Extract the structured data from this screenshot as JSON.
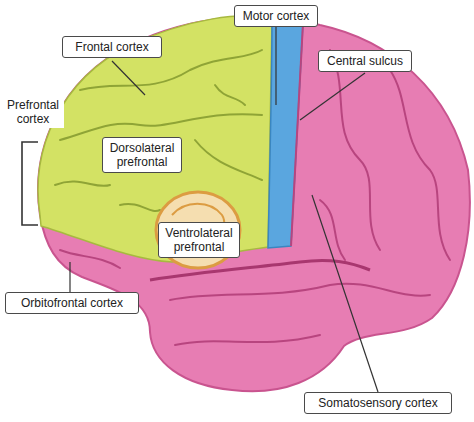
{
  "diagram": {
    "nodes": [
      {
        "text": [
          "Motor cortex"
        ]
      },
      {
        "text": [
          "Frontal cortex"
        ]
      },
      {
        "text": [
          "Central sulcus"
        ]
      },
      {
        "text": [
          "Dorsolateral prefrontal"
        ]
      },
      {
        "text": [
          "Ventrolateral prefrontal"
        ]
      },
      {
        "text": [
          "Orbitofrontal cortex"
        ]
      },
      {
        "text": [
          "Somatosensory cortex"
        ]
      }
    ],
    "labels": [
      "Prefrontal cortex"
    ]
  }
}
